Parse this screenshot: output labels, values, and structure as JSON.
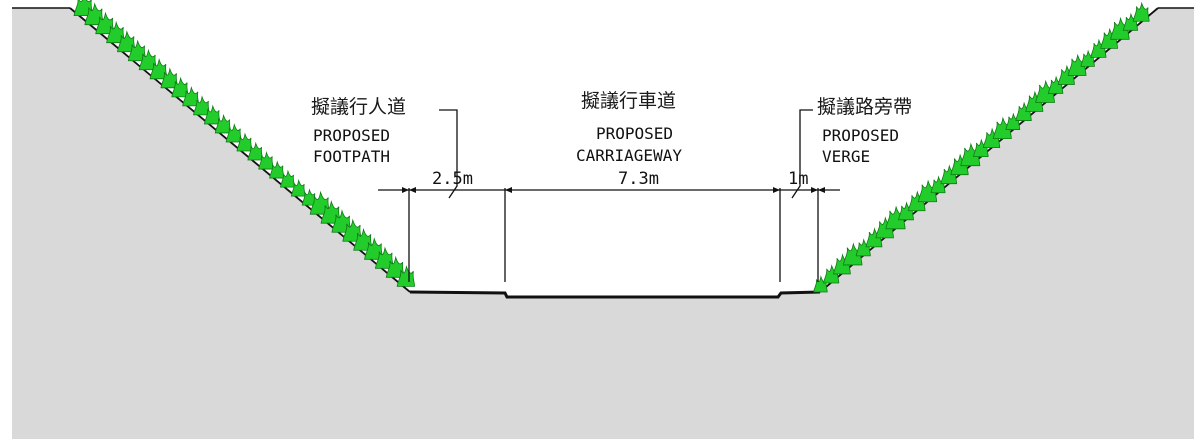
{
  "labels": {
    "footpath": {
      "chinese": "擬議行人道",
      "english_line1": "PROPOSED",
      "english_line2": "FOOTPATH"
    },
    "carriageway": {
      "chinese": "擬議行車道",
      "english_line1": "PROPOSED",
      "english_line2": "CARRIAGEWAY"
    },
    "verge": {
      "chinese": "擬議路旁帶",
      "english_line1": "PROPOSED",
      "english_line2": "VERGE"
    }
  },
  "dimensions": {
    "footpath": "2.5m",
    "carriageway": "7.3m",
    "verge": "1m"
  },
  "colors": {
    "ground": "#d9d9d9",
    "grass": "#22cc2a",
    "grass_dark": "#0f7a15",
    "line": "#111111"
  }
}
